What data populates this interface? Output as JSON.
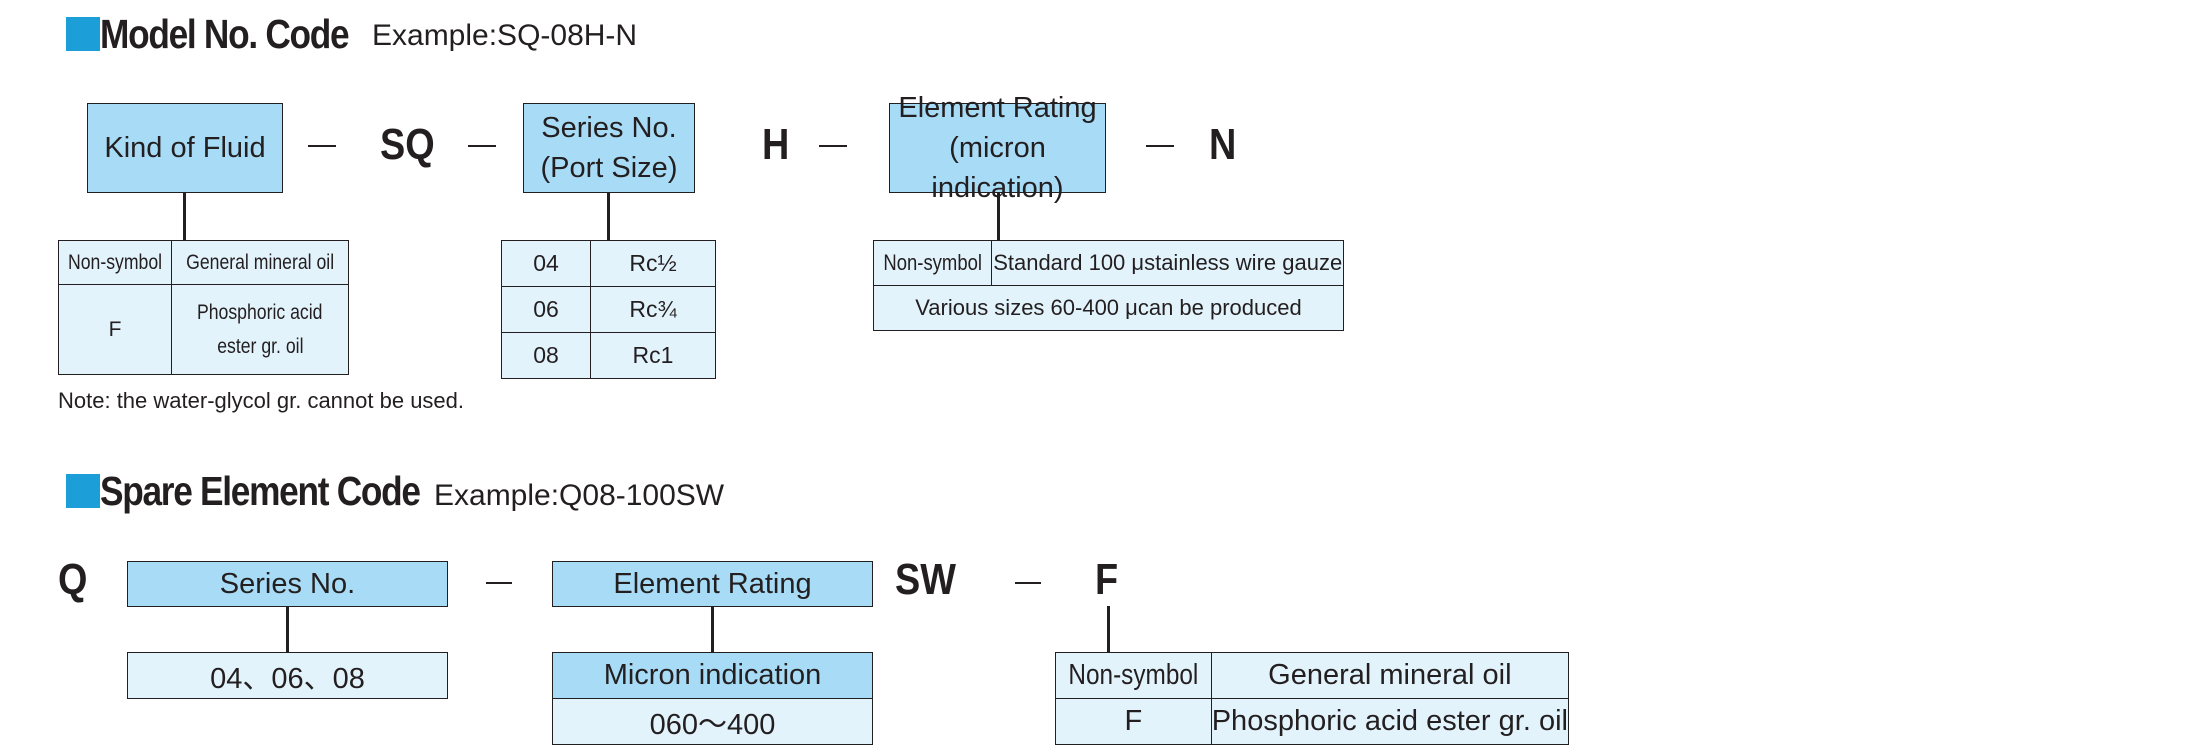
{
  "model_section": {
    "title": "Model No. Code",
    "example": "Example:SQ-08H-N",
    "box_fluid": "Kind of Fluid",
    "code_sq": "SQ",
    "box_series_l1": "Series No.",
    "box_series_l2": "(Port Size)",
    "code_h": "H",
    "box_rating_l1": "Element Rating",
    "box_rating_l2": "(micron indication)",
    "code_n": "N",
    "fluid_table": [
      {
        "symbol": "Non-symbol",
        "desc": "General mineral oil"
      },
      {
        "symbol": "F",
        "desc_l1": "Phosphoric acid",
        "desc_l2": "ester gr. oil"
      }
    ],
    "series_table": [
      {
        "no": "04",
        "port": "Rc½"
      },
      {
        "no": "06",
        "port": "Rc¾"
      },
      {
        "no": "08",
        "port": "Rc1"
      }
    ],
    "rating_table": {
      "symbol": "Non-symbol",
      "desc": "Standard 100 μstainless wire gauze",
      "note": "Various sizes 60-400 μcan be produced"
    },
    "note": "Note: the water-glycol gr. cannot be used."
  },
  "spare_section": {
    "title": "Spare Element Code",
    "example": "Example:Q08-100SW",
    "code_q": "Q",
    "box_series": "Series No.",
    "series_values": "04、06、08",
    "box_rating": "Element Rating",
    "rating_header": "Micron indication",
    "rating_values": "060～400",
    "code_sw": "SW",
    "code_f": "F",
    "fluid_table": [
      {
        "symbol": "Non-symbol",
        "desc": "General mineral oil"
      },
      {
        "symbol": "F",
        "desc": "Phosphoric acid ester gr. oil"
      }
    ]
  },
  "colors": {
    "accent": "#1c9fd9",
    "box_fill": "#a8dcf6",
    "table_fill": "#e3f3fc"
  }
}
